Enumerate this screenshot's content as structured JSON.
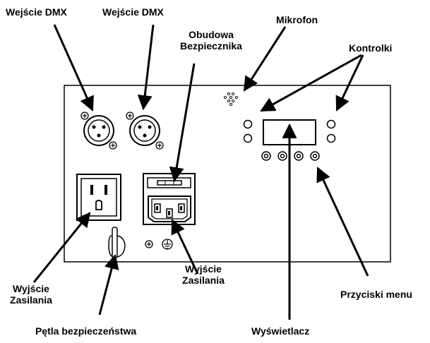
{
  "labels": {
    "dmx_in_left": "Wejście DMX",
    "dmx_in_right": "Wejście DMX",
    "fuse_housing": [
      "Obudowa",
      "Bezpiecznika"
    ],
    "microphone": "Mikrofon",
    "indicators": "Kontrolki",
    "power_out": [
      "Wyjście",
      "Zasilania"
    ],
    "power_in": [
      "Wyjście",
      "Zasilania"
    ],
    "menu_buttons": "Przyciski menu",
    "safety_loop": "Pętla bezpieczeństwa",
    "display": "Wyświetlacz"
  },
  "icons": {
    "screw": "screw-icon",
    "ground": "ground-symbol-icon",
    "xlr": "xlr-connector-icon",
    "outlet": "nema-outlet-icon",
    "iec": "iec-inlet-icon",
    "mic": "microphone-holes-icon"
  }
}
